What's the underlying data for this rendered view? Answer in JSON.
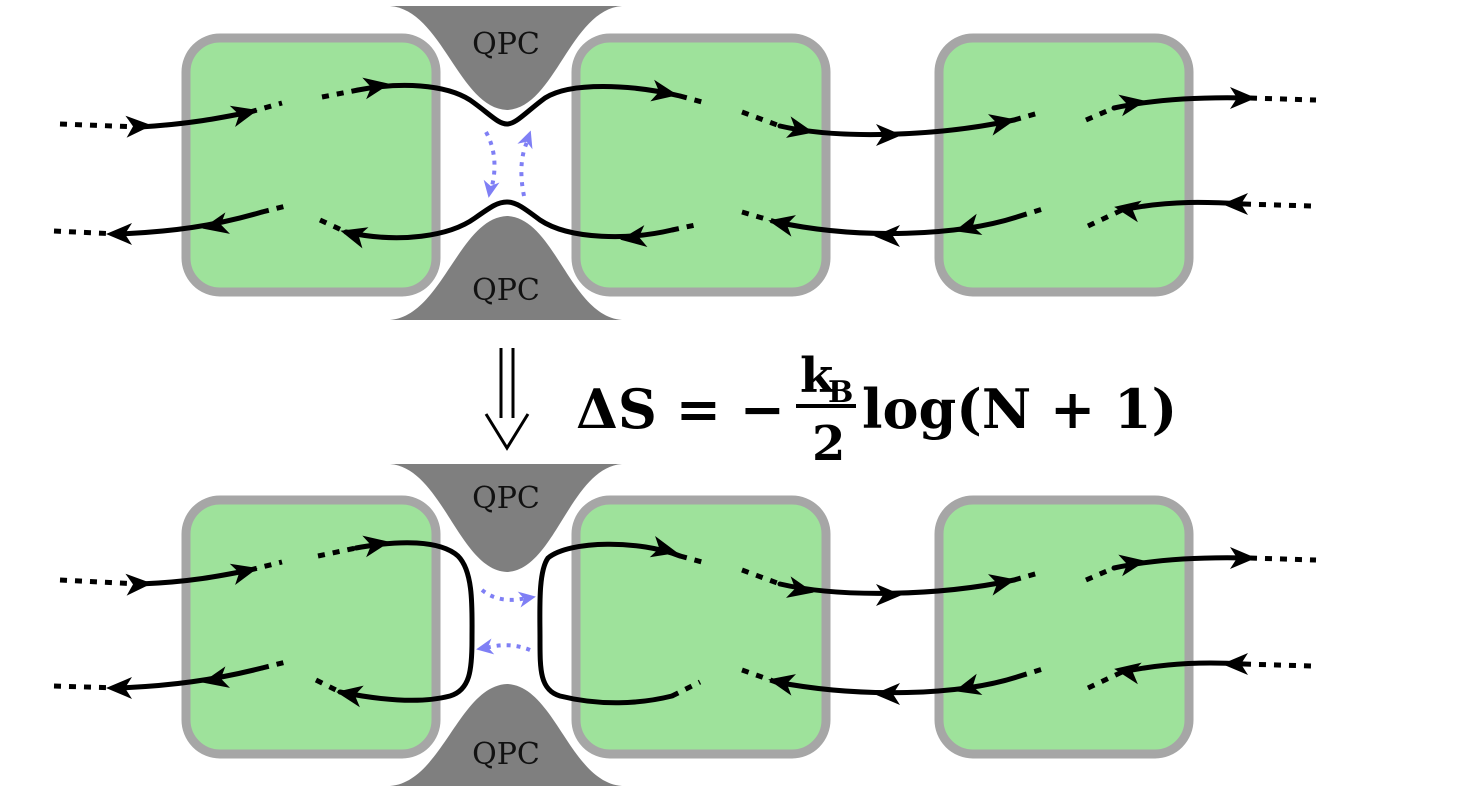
{
  "qpc": {
    "top_upper": "QPC",
    "bottom_upper": "QPC",
    "top_lower": "QPC",
    "bottom_lower": "QPC"
  },
  "equation": {
    "lhs": "ΔS = −",
    "numerator": "k",
    "numerator_sub": "B",
    "denominator": "2",
    "rhs": "log(N + 1)"
  },
  "icons": {
    "implication": "double-down-arrow-icon",
    "edge_arrow": "arrowhead-icon"
  },
  "colors": {
    "dot_fill": "#9ee29b",
    "dot_stroke": "#a6a6a6",
    "gate_fill": "#7f7f7f",
    "tunneling": "#7f7ff5",
    "edge": "#000000"
  }
}
